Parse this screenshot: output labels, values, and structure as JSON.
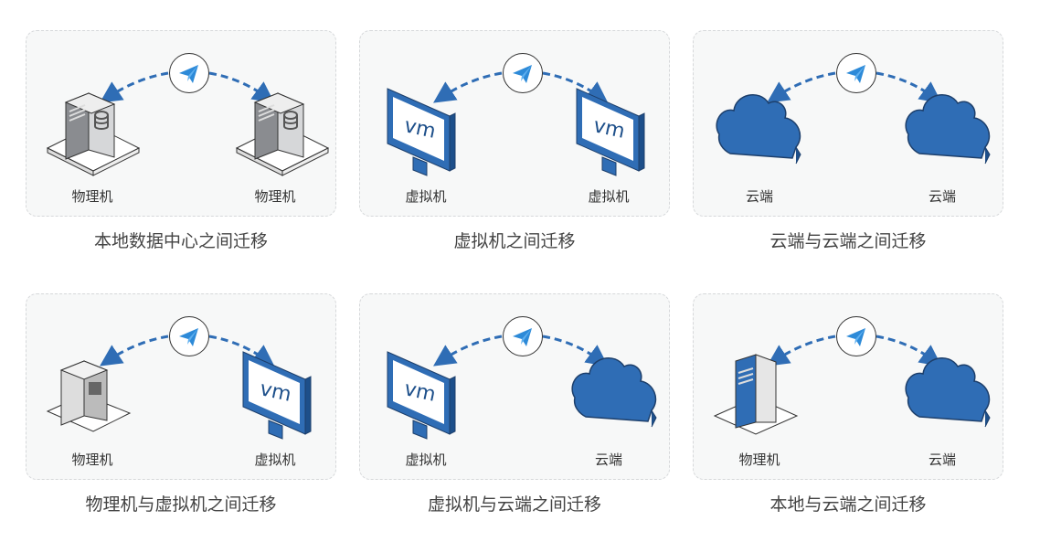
{
  "accent": "#2f6db5",
  "panels": [
    {
      "caption": "本地数据中心之间迁移",
      "left": {
        "type": "server",
        "label": "物理机"
      },
      "right": {
        "type": "server",
        "label": "物理机"
      }
    },
    {
      "caption": "虚拟机之间迁移",
      "left": {
        "type": "vm",
        "label": "虚拟机",
        "text": "vm"
      },
      "right": {
        "type": "vm",
        "label": "虚拟机",
        "text": "vm"
      }
    },
    {
      "caption": "云端与云端之间迁移",
      "left": {
        "type": "cloud",
        "label": "云端"
      },
      "right": {
        "type": "cloud",
        "label": "云端"
      }
    },
    {
      "caption": "物理机与虚拟机之间迁移",
      "left": {
        "type": "server2",
        "label": "物理机"
      },
      "right": {
        "type": "vm",
        "label": "虚拟机",
        "text": "vm"
      }
    },
    {
      "caption": "虚拟机与云端之间迁移",
      "left": {
        "type": "vm",
        "label": "虚拟机",
        "text": "vm"
      },
      "right": {
        "type": "cloud",
        "label": "云端"
      }
    },
    {
      "caption": "本地与云端之间迁移",
      "left": {
        "type": "server3",
        "label": "物理机"
      },
      "right": {
        "type": "cloud",
        "label": "云端"
      }
    }
  ]
}
